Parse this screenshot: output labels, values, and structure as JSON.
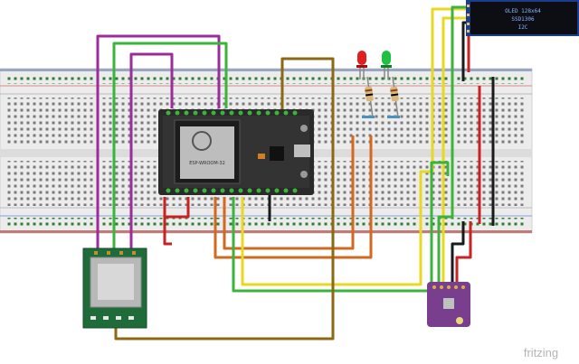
{
  "oled": {
    "line1": "OLED 128x64",
    "line2": "SSD1306",
    "line3": "I2C"
  },
  "chip": {
    "label": "ESP-WROOM-32"
  },
  "brand": {
    "name": "fritzing"
  },
  "colors": {
    "wire_purple": "#9b2d9b",
    "wire_green": "#3cb43c",
    "wire_red": "#c82222",
    "wire_black": "#1a1a1a",
    "wire_orange": "#d2691e",
    "wire_yellow": "#e8d820",
    "wire_brown": "#8b6914",
    "board_green": "#1f6b3a",
    "breadboard": "#ececec",
    "sensor_purple": "#7a3e8e",
    "led_red": "#e02020",
    "led_green": "#20c040"
  }
}
